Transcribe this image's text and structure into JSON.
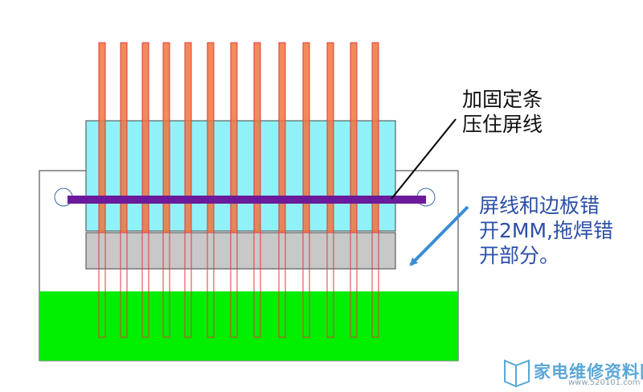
{
  "labels": {
    "top_line1": "加固定条",
    "top_line2": "压住屏线",
    "right_line1": "屏线和边板错",
    "right_line2": "开2MM,拖焊错",
    "right_line3": "开部分。"
  },
  "logo": {
    "name": "家电维修资料网",
    "url": "www.520101.com",
    "icon": "book-icon"
  },
  "colors": {
    "background": "#ffffff",
    "board_outline": "#333333",
    "cyan_band": "#90f2f8",
    "gray_band": "#c8c8c8",
    "green_board": "#00ee00",
    "purple_bar": "#6a1a9a",
    "wire_fill": "#f0753e",
    "wire_outline": "#e3393a",
    "label_text": "#111111",
    "blue_text": "#2b4fa8",
    "blue_arrow": "#3a8cd6",
    "logo_blue": "#5aa7d8"
  }
}
